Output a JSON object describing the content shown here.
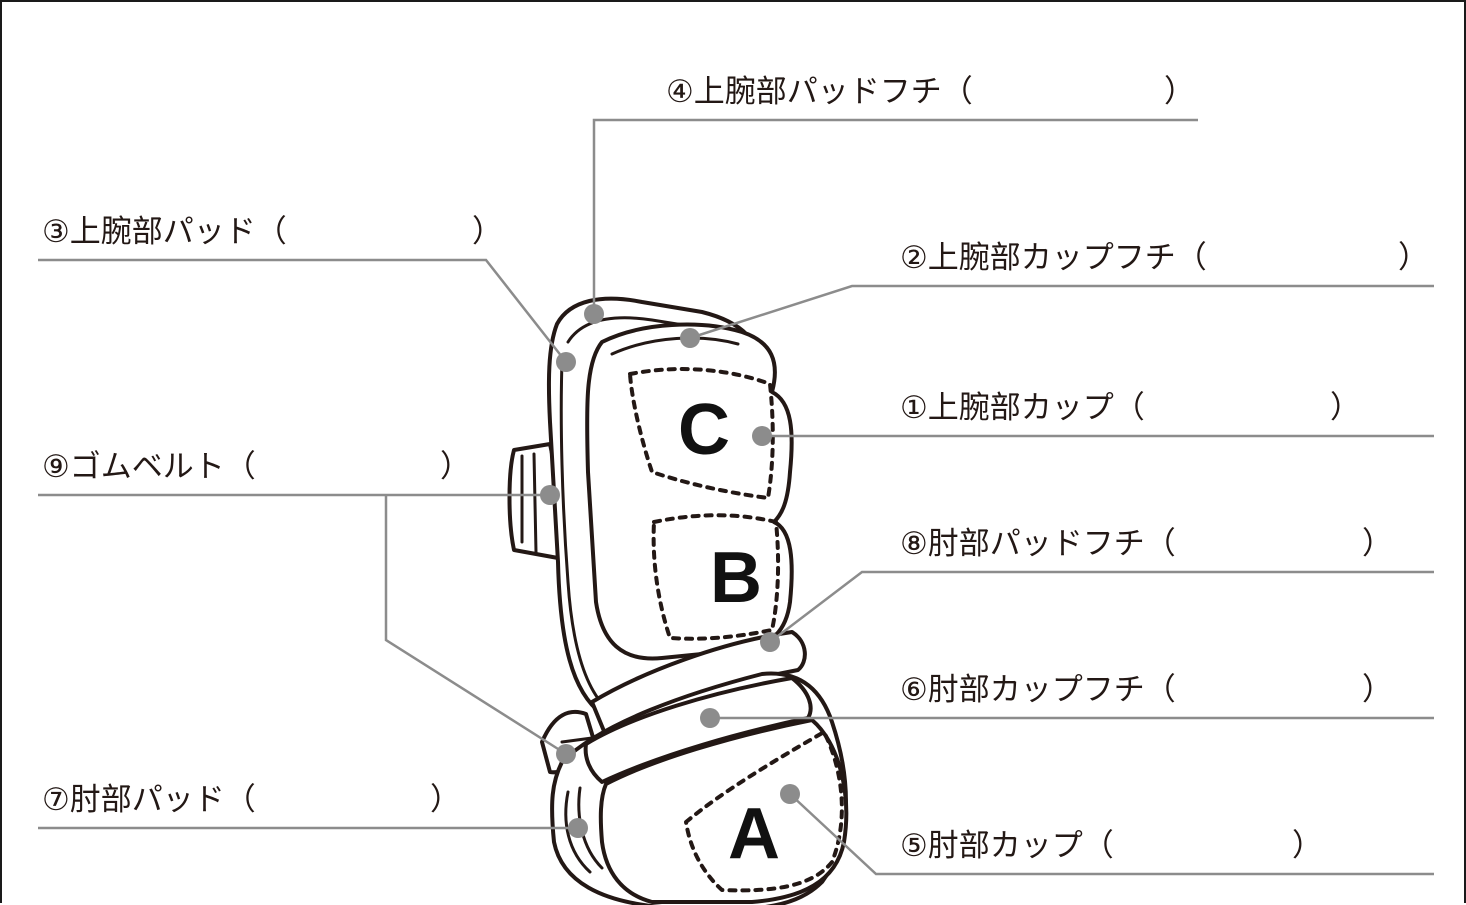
{
  "labels": {
    "upper_arm_pad_rim": {
      "number": "④",
      "text": "上腕部パッドフチ（",
      "close": "）"
    },
    "upper_arm_pad": {
      "number": "③",
      "text": "上腕部パッド（",
      "close": "）"
    },
    "upper_arm_cup_rim": {
      "number": "②",
      "text": "上腕部カップフチ（",
      "close": "）"
    },
    "upper_arm_cup": {
      "number": "①",
      "text": "上腕部カップ（",
      "close": "）"
    },
    "rubber_belt": {
      "number": "⑨",
      "text": "ゴムベルト（",
      "close": "）"
    },
    "elbow_pad_rim": {
      "number": "⑧",
      "text": "肘部パッドフチ（",
      "close": "）"
    },
    "elbow_cup_rim": {
      "number": "⑥",
      "text": "肘部カップフチ（",
      "close": "）"
    },
    "elbow_pad": {
      "number": "⑦",
      "text": "肘部パッド（",
      "close": "）"
    },
    "elbow_cup": {
      "number": "⑤",
      "text": "肘部カップ（",
      "close": "）"
    }
  },
  "zones": {
    "a": "A",
    "b": "B",
    "c": "C"
  },
  "colors": {
    "outline": "#231815",
    "leader": "#8c8c8c",
    "dot": "#8c8c8c",
    "fill": "#ffffff"
  }
}
